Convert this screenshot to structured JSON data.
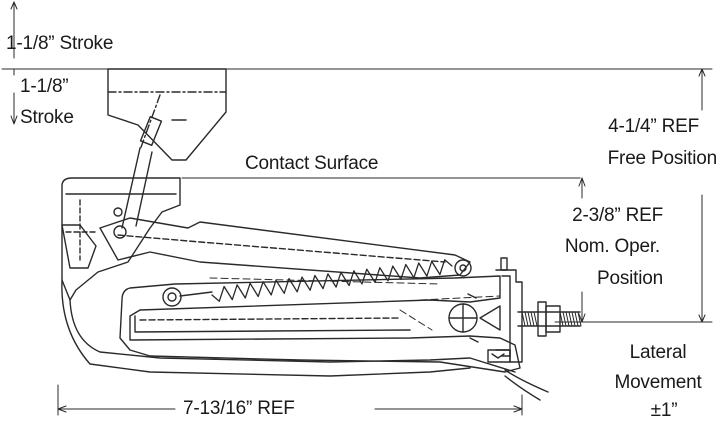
{
  "labels": {
    "stroke_top": "1-1/8” Stroke",
    "stroke_left_value": "1-1/8”",
    "stroke_left_word": "Stroke",
    "contact_surface": "Contact Surface",
    "free_ref": "4-1/4” REF",
    "free_position": "Free Position",
    "nom_ref": "2-3/8” REF",
    "nom_oper": "Nom. Oper.",
    "nom_position": "Position",
    "lateral": "Lateral",
    "movement": "Movement",
    "lateral_value": "±1”",
    "length_ref": "7-13/16” REF"
  },
  "colors": {
    "line": "#2a2a2a",
    "text": "#1a1a1a",
    "background": "#ffffff"
  }
}
